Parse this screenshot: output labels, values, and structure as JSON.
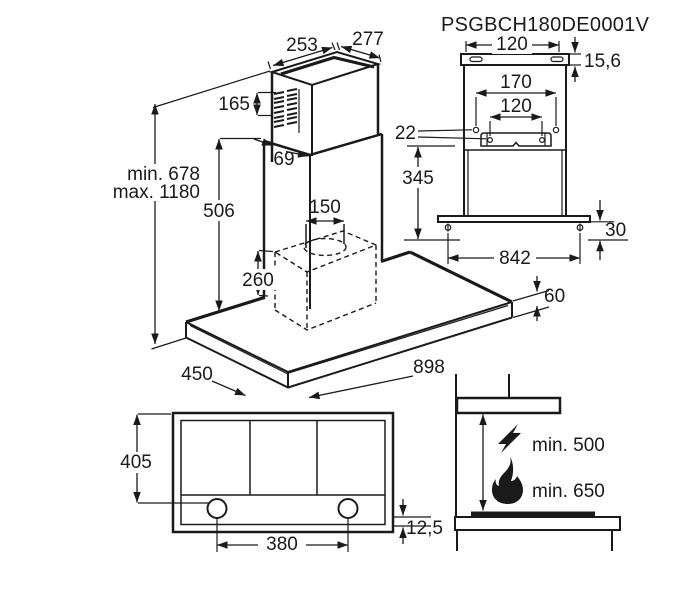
{
  "title": "PSGBCH180DE0001V",
  "colors": {
    "line": "#1a1a1a",
    "background": "#ffffff"
  },
  "main_view": {
    "chimney_top_width": "253",
    "chimney_top_depth": "277",
    "vent_height": "165",
    "height_min": "min. 678",
    "height_max": "max. 1180",
    "lower_chimney_height": "506",
    "chimney_offset": "69",
    "duct_width": "150",
    "motor_box_height": "260",
    "canopy_depth": "450",
    "canopy_width": "898",
    "canopy_thickness": "60"
  },
  "rear_view": {
    "slot_spacing": "120",
    "bar_height": "15,6",
    "hole_spacing_outer": "170",
    "hole_spacing_inner": "120",
    "hole_offset": "22",
    "mount_height": "345",
    "screw_height": "30",
    "screw_spacing": "842"
  },
  "bottom_view": {
    "body_depth": "405",
    "lamp_spacing": "380",
    "edge_offset": "12,5"
  },
  "clearance_view": {
    "electric_min": "min. 500",
    "gas_min": "min. 650"
  }
}
